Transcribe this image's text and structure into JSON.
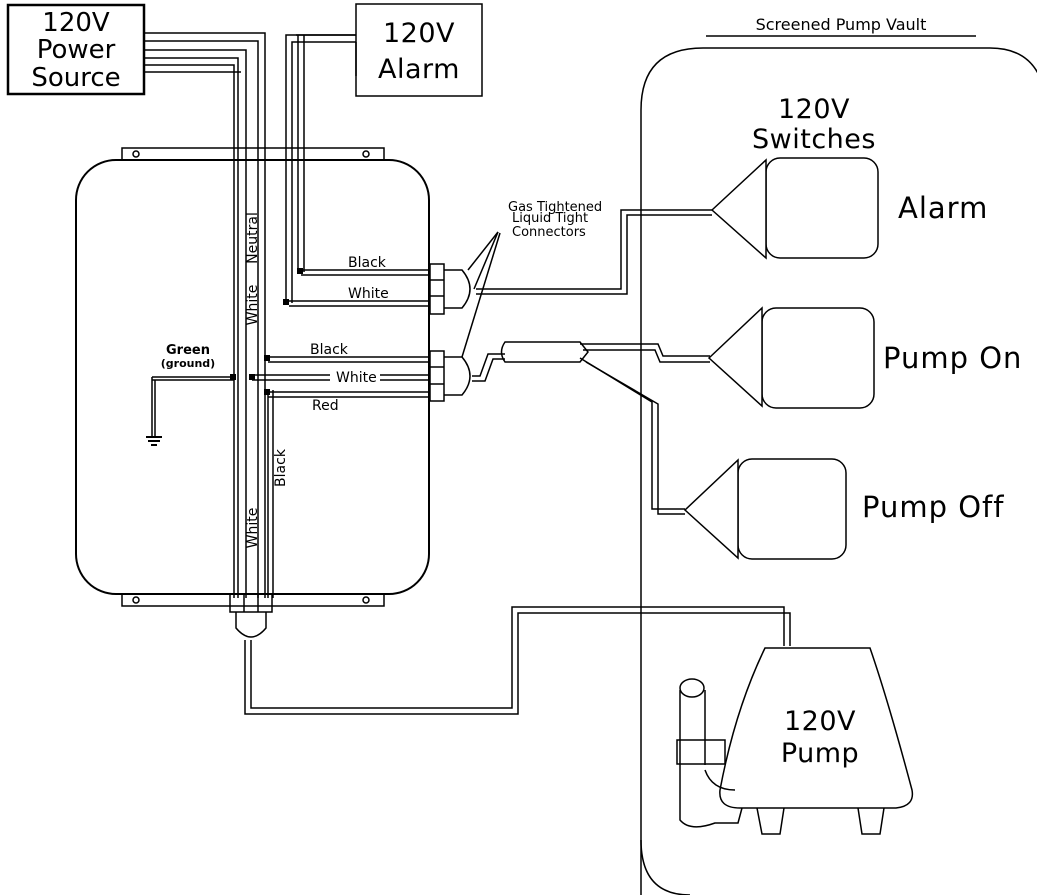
{
  "labels": {
    "power_source": [
      "120V",
      "Power",
      "Source"
    ],
    "alarm_box": [
      "120V",
      "Alarm"
    ],
    "vault_title": "Screened Pump Vault",
    "switches_title": [
      "120V",
      "Switches"
    ],
    "connectors": [
      "Gas Tightened",
      "Liquid Tight",
      "Connectors"
    ],
    "switch_alarm": "Alarm",
    "switch_pump_on": "Pump On",
    "switch_pump_off": "Pump Off",
    "pump": [
      "120V",
      "Pump"
    ],
    "ground": [
      "Green",
      "(ground)"
    ]
  },
  "wires": {
    "neutral": "Neutral",
    "white_upper": "White",
    "white_lower": "White",
    "black_vertical": "Black",
    "alarm_black": "Black",
    "alarm_white": "White",
    "float_black": "Black",
    "float_white": "White",
    "float_red": "Red"
  }
}
